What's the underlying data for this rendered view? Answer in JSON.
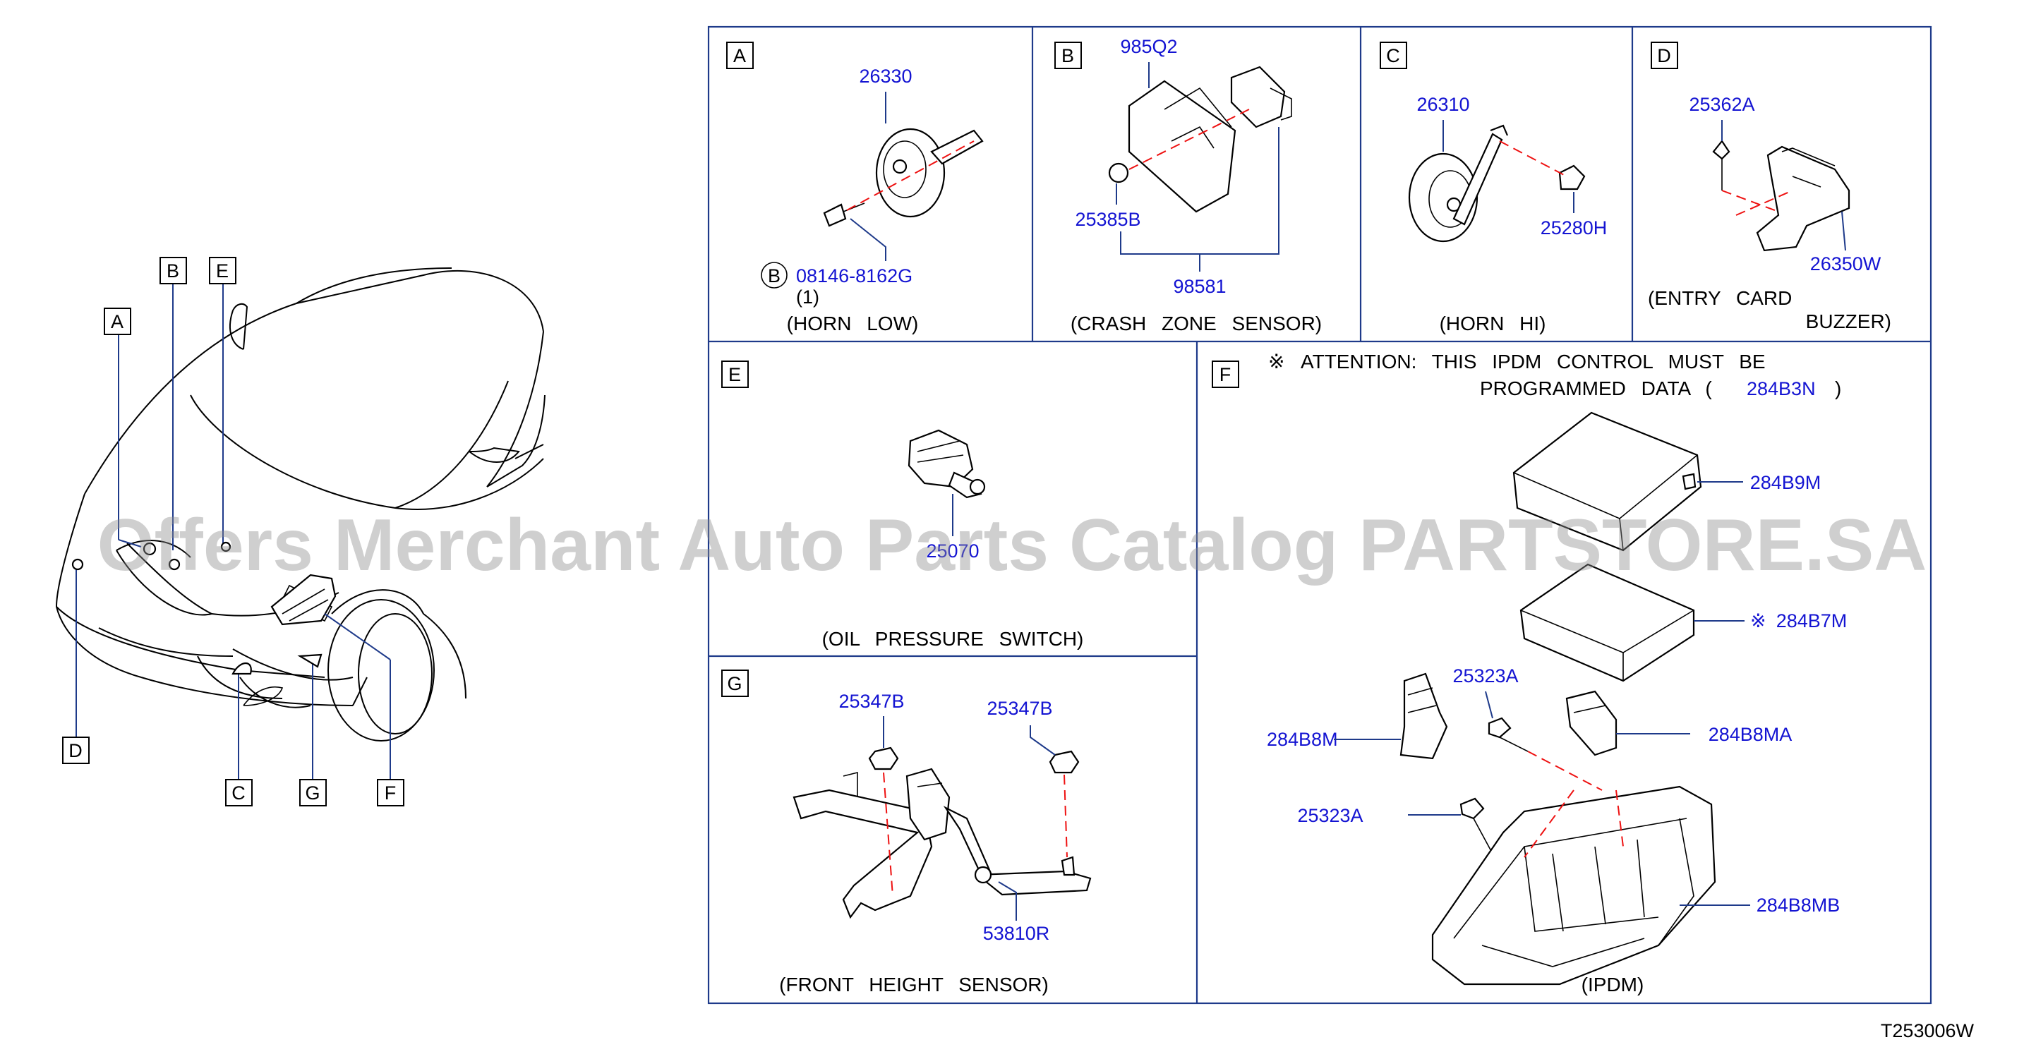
{
  "overview": {
    "callouts": [
      "A",
      "B",
      "E",
      "D",
      "C",
      "G",
      "F"
    ]
  },
  "panels": {
    "A": {
      "letter": "A",
      "title": "(HORN   LOW)",
      "parts": [
        "26330",
        "08146-8162G"
      ],
      "circle_mark": "B",
      "qty": "(1)"
    },
    "B": {
      "letter": "B",
      "title": "(CRASH   ZONE   SENSOR)",
      "parts": [
        "985Q2",
        "25385B",
        "98581"
      ]
    },
    "C": {
      "letter": "C",
      "title": "(HORN   HI)",
      "parts": [
        "26310",
        "25280H"
      ]
    },
    "D": {
      "letter": "D",
      "title_line1": "(ENTRY   CARD",
      "title_line2": "BUZZER)",
      "parts": [
        "25362A",
        "26350W"
      ]
    },
    "E": {
      "letter": "E",
      "title": "(OIL   PRESSURE   SWITCH)",
      "parts": [
        "25070"
      ]
    },
    "F": {
      "letter": "F",
      "title": "(IPDM)",
      "attention_mark": "※",
      "attention_line1": "ATTENTION:  THIS  IPDM  CONTROL  MUST  BE",
      "attention_line2": "PROGRAMMED  DATA  (",
      "attention_part": "284B3N",
      "attention_close": ")",
      "parts": [
        "284B9M",
        "284B7M",
        "25323A",
        "284B8M",
        "284B8MA",
        "25323A",
        "284B8MB"
      ],
      "part_mark": "※"
    },
    "G": {
      "letter": "G",
      "title": "(FRONT   HEIGHT   SENSOR)",
      "parts": [
        "25347B",
        "25347B",
        "53810R"
      ]
    }
  },
  "diagram_code": "T253006W",
  "watermark": "Offers Merchant Auto Parts Catalog PARTSTORE.SA",
  "colors": {
    "part_number": "#1414d2",
    "frame": "#1e3a8a",
    "centerline": "#e11111"
  }
}
